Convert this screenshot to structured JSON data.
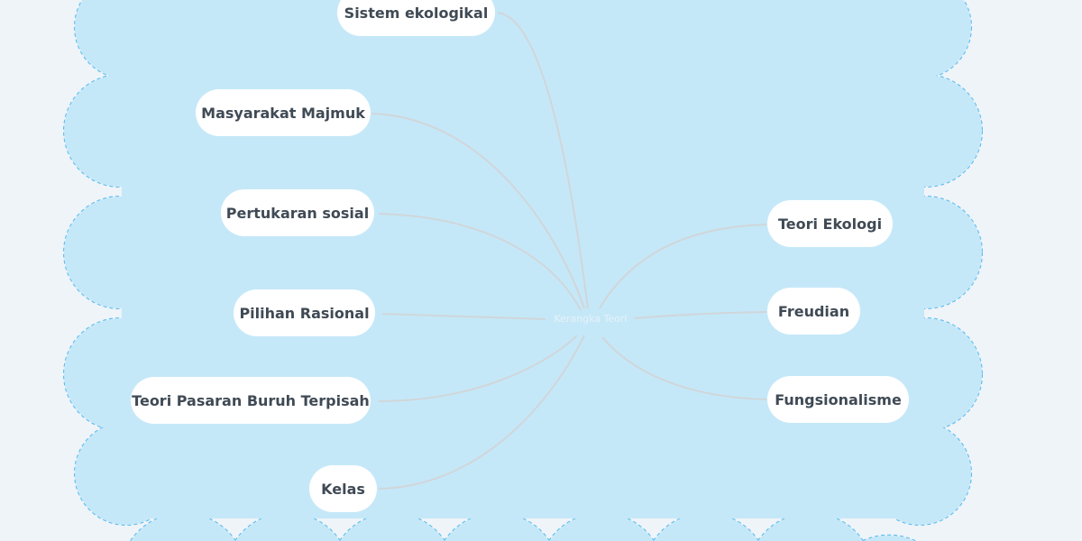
{
  "central_topic": "Kerangka Teori",
  "left_nodes": [
    "Sistem ekologikal",
    "Masyarakat Majmuk",
    "Pertukaran sosial",
    "Pilihan Rasional",
    "Teori Pasaran Buruh Terpisah",
    "Kelas"
  ],
  "right_nodes": [
    "Teori Ekologi",
    "Freudian",
    "Fungsionalisme"
  ],
  "colors": {
    "cloud_fill": "#c5e8f8",
    "cloud_border": "#5bbcf0",
    "connector": "#d0d6da"
  }
}
